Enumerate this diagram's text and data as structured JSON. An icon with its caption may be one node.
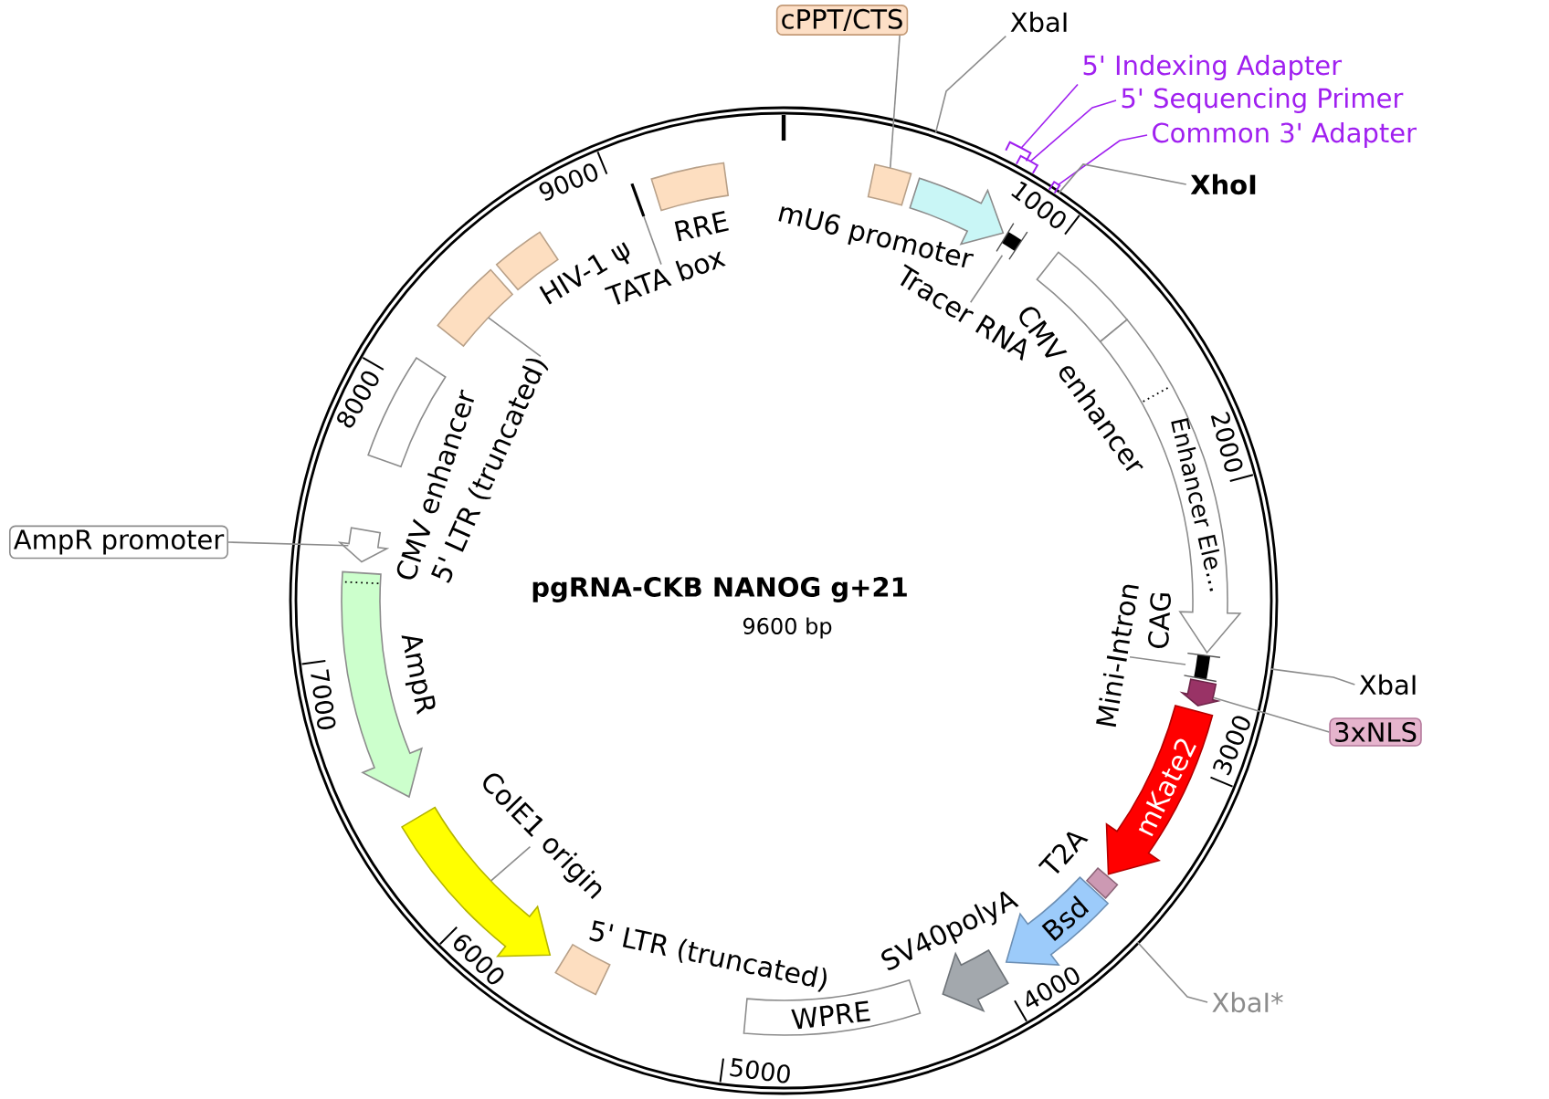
{
  "diagram": {
    "nodes": [
      {
        "text": [
          "pgRNA-CKB NANOG g+21",
          "9600 bp"
        ]
      },
      {
        "text": [],
        "shape": "box",
        "in": 0
      },
      {
        "text": [],
        "shape": "arrow",
        "beside": [
          "mU6 promoter"
        ],
        "in": 0
      },
      {
        "text": [],
        "shape": "bar",
        "in": 0
      },
      {
        "text": [
          "Tracer RNA"
        ],
        "in": 0
      },
      {
        "text": [],
        "shape": "box",
        "beside": [
          "CMV enhancer"
        ],
        "in": 0
      },
      {
        "text": [
          "Enhancer Ele..."
        ],
        "beside": [
          "CAG"
        ],
        "in": 0
      },
      {
        "text": [],
        "shape": "bar",
        "in": 0
      },
      {
        "text": [
          "Mini-Intron"
        ],
        "in": 0
      },
      {
        "text": [],
        "shape": "arrow",
        "in": 0
      },
      {
        "text": [
          "mKate2"
        ],
        "in": 0
      },
      {
        "text": [],
        "shape": "box",
        "beside": [
          "T2A"
        ],
        "in": 0
      },
      {
        "text": [
          "Bsd"
        ],
        "in": 0
      },
      {
        "text": [],
        "shape": "arrow",
        "beside": [
          "SV40polyA"
        ],
        "in": 0
      },
      {
        "text": [
          "WPRE"
        ],
        "in": 0
      },
      {
        "text": [],
        "shape": "box",
        "beside": [
          "5' LTR (truncated)"
        ],
        "in": 0
      },
      {
        "text": [],
        "shape": "arrow",
        "in": 0
      },
      {
        "text": [
          "ColE1 origin"
        ],
        "in": 0
      },
      {
        "text": [],
        "shape": "arrow",
        "beside": [
          "AmpR"
        ],
        "in": 0
      },
      {
        "text": [],
        "shape": "arrow",
        "in": 0
      },
      {
        "text": [],
        "shape": "box",
        "beside": [
          "CMV enhancer"
        ],
        "in": 0
      },
      {
        "text": [],
        "shape": "box",
        "in": 0
      },
      {
        "text": [
          "5' LTR (truncated)"
        ],
        "in": 0
      },
      {
        "text": [],
        "shape": "box",
        "beside": [
          "HIV-1 ψ"
        ],
        "in": 0
      },
      {
        "text": [],
        "shape": "bar",
        "in": 0
      },
      {
        "text": [
          "TATA box"
        ],
        "in": 0
      },
      {
        "text": [],
        "shape": "box",
        "beside": [
          "RRE"
        ],
        "in": 0
      },
      {
        "text": [
          "cPPT/CTS"
        ]
      },
      {
        "text": [
          "XbaI"
        ]
      },
      {
        "text": [],
        "shape": "bracket"
      },
      {
        "text": [],
        "shape": "bracket"
      },
      {
        "text": [],
        "shape": "bracket"
      },
      {
        "text": [
          "5' Indexing Adapter"
        ]
      },
      {
        "text": [
          "5' Sequencing Primer"
        ]
      },
      {
        "text": [
          "Common 3' Adapter"
        ]
      },
      {
        "text": [
          "XhoI"
        ]
      },
      {
        "text": [
          "XbaI"
        ]
      },
      {
        "text": [
          "3xNLS"
        ]
      },
      {
        "text": [
          "XbaI*"
        ]
      },
      {
        "text": [
          "AmpR promoter"
        ]
      }
    ],
    "edges": [
      {
        "from": 27,
        "to": 1,
        "arrow": "none"
      },
      {
        "from": 28,
        "to": 0,
        "arrow": "none"
      },
      {
        "from": 32,
        "to": 29,
        "arrow": "none",
        "color": "#a020f0"
      },
      {
        "from": 33,
        "to": 30,
        "arrow": "none",
        "color": "#a020f0"
      },
      {
        "from": 34,
        "to": 31,
        "arrow": "none",
        "color": "#a020f0"
      },
      {
        "from": 35,
        "to": 0,
        "arrow": "none"
      },
      {
        "from": 4,
        "to": 3,
        "arrow": "none"
      },
      {
        "from": 8,
        "to": 7,
        "arrow": "none"
      },
      {
        "from": 36,
        "to": 0,
        "arrow": "none"
      },
      {
        "from": 37,
        "to": 9,
        "arrow": "none"
      },
      {
        "from": 38,
        "to": 0,
        "arrow": "none"
      },
      {
        "from": 17,
        "to": 16,
        "arrow": "none"
      },
      {
        "from": 39,
        "to": 19,
        "arrow": "none"
      },
      {
        "from": 22,
        "to": 21,
        "arrow": "none"
      },
      {
        "from": 25,
        "to": 24,
        "arrow": "none"
      }
    ],
    "labels": [
      "1000",
      "2000",
      "3000",
      "4000",
      "5000",
      "6000",
      "7000",
      "8000",
      "9000"
    ]
  }
}
